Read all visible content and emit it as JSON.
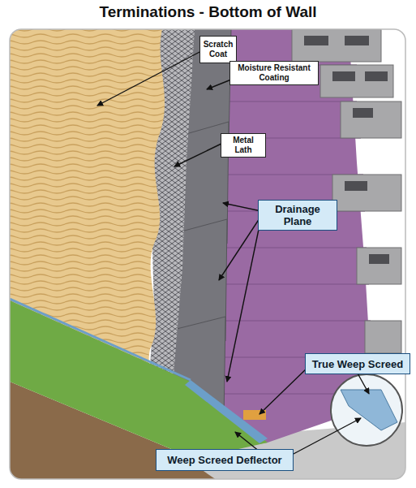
{
  "diagram": {
    "title": "Terminations - Bottom of Wall",
    "nodes": [
      {
        "text": [
          "Scratch Coat"
        ]
      },
      {
        "text": [
          "Moisture Resistant Coating"
        ]
      },
      {
        "text": [
          "Metal Lath"
        ]
      },
      {
        "text": [
          "Drainage Plane"
        ]
      },
      {
        "text": [
          "True Weep Screed"
        ]
      },
      {
        "text": [
          "Weep Screed Deflector"
        ]
      }
    ]
  }
}
